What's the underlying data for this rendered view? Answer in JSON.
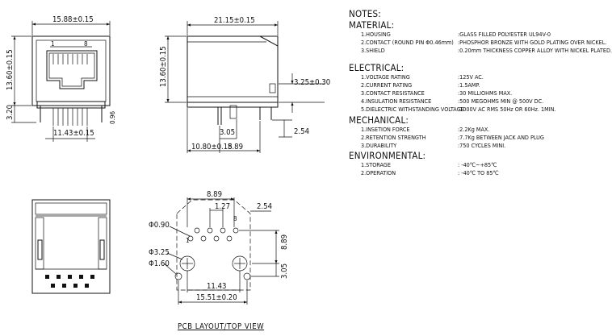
{
  "front_view": {
    "width": "15.88±0.15",
    "height": "13.60±0.15",
    "bottom": "3.20",
    "pin_pitch": "11.43±0.15",
    "pin_first": "1",
    "pin_last": "8",
    "stub_label": "0.96"
  },
  "side_view": {
    "length": "21.15±0.15",
    "height": "13.60±0.15",
    "right_height": "3.25±0.30",
    "pin_length": "2.54",
    "pin_offset": "3.05",
    "front_to_pin": "10.80±0.15",
    "pin_span": "8.89"
  },
  "pcb_layout": {
    "top_span": "8.89",
    "pitch": "1.27",
    "pin_one": "1",
    "pin_eight": "8",
    "right_offset": "2.54",
    "vertical": "8.89",
    "small_hole": "Φ0.90",
    "large_hole": "Φ3.25",
    "peg_hole": "Φ1.60",
    "lower_vertical": "3.05",
    "inner_span": "11.43",
    "outer_span": "15.51±0.20",
    "caption": "PCB LAYOUT/TOP VIEW"
  },
  "notes": {
    "title": "NOTES:",
    "material": {
      "heading": "MATERIAL:",
      "rows": [
        {
          "k": "1.HOUSING",
          "v": ":GLASS FILLED POLYESTER UL94V-0"
        },
        {
          "k": "2.CONTACT    (ROUND PIN Φ0.46mm)",
          "v": ":PHOSPHOR BRONZE WITH GOLD PLATING OVER NICKEL."
        },
        {
          "k": "3.SHIELD",
          "v": ":0.20mm THICKNESS COPPER ALLOY WITH NICKEL PLATED."
        }
      ]
    },
    "electrical": {
      "heading": "ELECTRICAL:",
      "rows": [
        {
          "k": "1.VOLTAGE RATING",
          "v": ":125V AC."
        },
        {
          "k": "2.CURRENT RATING",
          "v": ":1.5AMP."
        },
        {
          "k": "3.CONTACT RESISTANCE",
          "v": ":30 MILLIOHMS MAX."
        },
        {
          "k": "4.INSULATION RESISTANCE",
          "v": ":500 MEGOHMS MIN @ 500V DC."
        },
        {
          "k": "5.DIELECTRIC WITHSTANDING VOLTAGE",
          "v": ":1000V AC RMS 50Hz OR 60Hz. 1MIN."
        }
      ]
    },
    "mechanical": {
      "heading": "MECHANICAL:",
      "rows": [
        {
          "k": "1.INSETION FORCE",
          "v": ":2.2Kg MAX."
        },
        {
          "k": "2.RETENTION STRENGTH",
          "v": ":7.7Kg BETWEEN JACK AND PLUG"
        },
        {
          "k": "3.DURABILITY",
          "v": ":750 CYCLES MINI."
        }
      ]
    },
    "environmental": {
      "heading": "ENVIRONMENTAL:",
      "rows": [
        {
          "k": "1.STORAGE",
          "v": ": -40℃~+85℃"
        },
        {
          "k": "2.OPERATION",
          "v": ": -40℃ TO 85℃"
        }
      ]
    }
  }
}
